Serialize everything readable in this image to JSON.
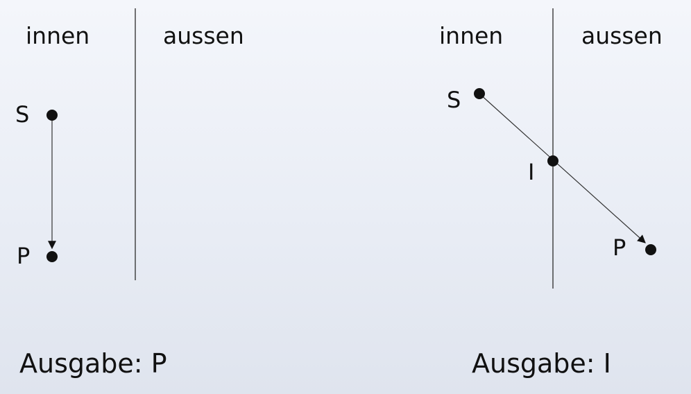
{
  "panels": [
    {
      "inside_label": "innen",
      "outside_label": "aussen",
      "points": {
        "S": "S",
        "P": "P"
      },
      "output": "Ausgabe: P"
    },
    {
      "inside_label": "innen",
      "outside_label": "aussen",
      "points": {
        "S": "S",
        "I": "I",
        "P": "P"
      },
      "output": "Ausgabe: I"
    }
  ]
}
